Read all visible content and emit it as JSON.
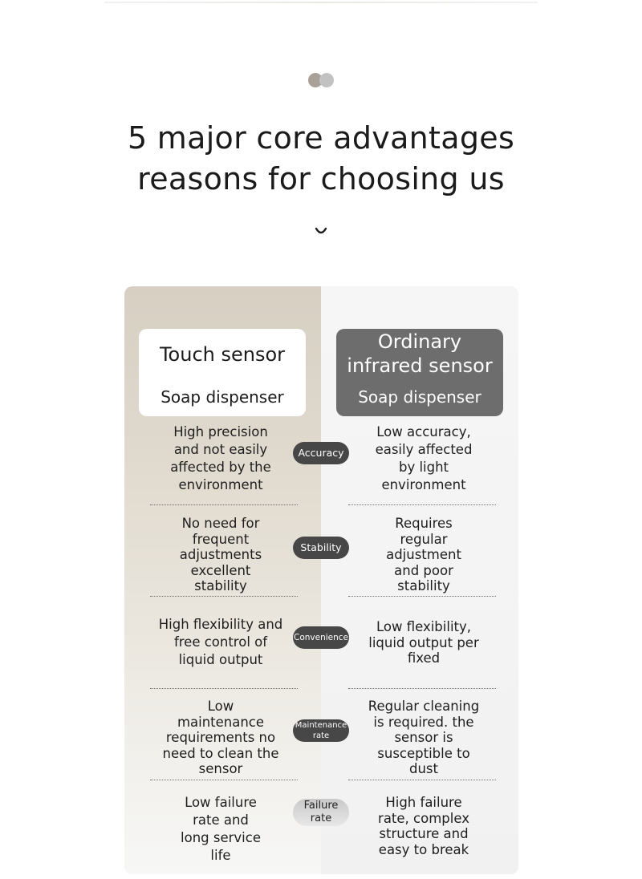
{
  "header": {
    "headline_line1": "5 major core advantages",
    "headline_line2": "reasons for choosing us"
  },
  "comparison": {
    "left": {
      "title": "Touch sensor",
      "subtitle": "Soap dispenser"
    },
    "right": {
      "title_line1": "Ordinary",
      "title_line2": "infrared sensor",
      "subtitle": "Soap dispenser"
    },
    "rows": [
      {
        "label": "Accuracy",
        "left": [
          "High precision",
          "and not easily",
          "affected by the",
          "environment"
        ],
        "right": [
          "Low accuracy,",
          "easily affected",
          "by light",
          "environment"
        ]
      },
      {
        "label": "Stability",
        "left": [
          "No need for",
          "frequent",
          "adjustments",
          "excellent",
          "stability"
        ],
        "right": [
          "Requires",
          "regular",
          "adjustment",
          "and poor",
          "stability"
        ]
      },
      {
        "label": "Convenience",
        "left": [
          "High flexibility and",
          "free control of",
          "liquid output"
        ],
        "right": [
          "Low flexibility,",
          "liquid output per",
          "fixed"
        ]
      },
      {
        "label_line1": "Maintenance",
        "label_line2": "rate",
        "left": [
          "Low",
          "maintenance",
          "requirements no",
          "need to clean the",
          "sensor"
        ],
        "right": [
          "Regular cleaning",
          "is required. the",
          "sensor is",
          "susceptible to",
          "dust"
        ]
      },
      {
        "label_line1": "Failure",
        "label_line2": "rate",
        "left": [
          "Low failure",
          "rate and",
          "long service",
          "life"
        ],
        "right": [
          "High failure",
          "rate, complex",
          "structure and",
          "easy to break"
        ]
      }
    ]
  },
  "colors": {
    "left_panel": "#d6cfc2",
    "right_card": "#6d6d6d",
    "pill": "#474747"
  }
}
